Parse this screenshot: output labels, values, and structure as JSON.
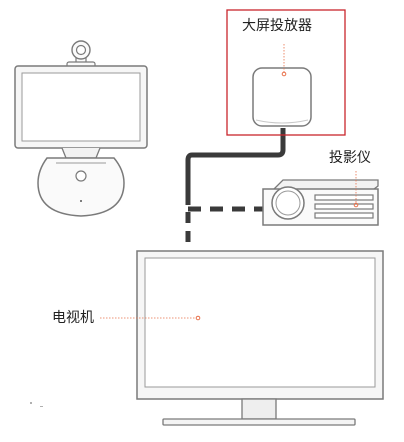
{
  "labels": {
    "screen_caster": "大屏投放器",
    "projector": "投影仪",
    "tv": "电视机"
  },
  "colors": {
    "highlight_border": "#c9252c",
    "pointer_dot": "#e8704a",
    "cable": "#3a3a3a",
    "outline": "#7a7a7a"
  }
}
